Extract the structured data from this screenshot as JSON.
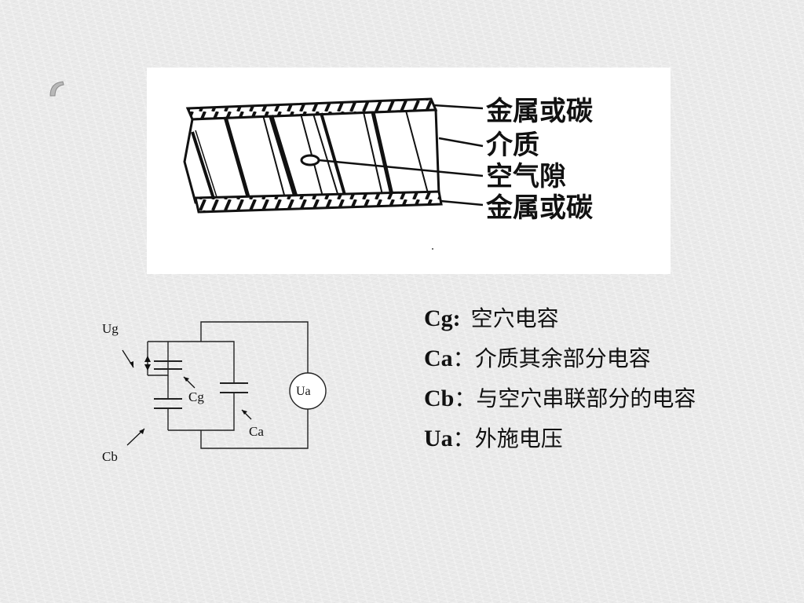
{
  "cross_section": {
    "labels": {
      "top_electrode": "金属或碳",
      "dielectric": "介质",
      "air_gap": "空气隙",
      "bottom_electrode": "金属或碳"
    }
  },
  "circuit": {
    "labels": {
      "ug": "Ug",
      "cg": "Cg",
      "ca": "Ca",
      "cb": "Cb",
      "source": "Ua"
    }
  },
  "legend": {
    "items": [
      {
        "symbol": "Cg",
        "separator": ":",
        "description": "空穴电容"
      },
      {
        "symbol": "Ca",
        "separator": "：",
        "description": "介质其余部分电容"
      },
      {
        "symbol": "Cb",
        "separator": "：",
        "description": "与空穴串联部分的电容"
      },
      {
        "symbol": "Ua",
        "separator": "：",
        "description": "外施电压"
      }
    ]
  },
  "colors": {
    "background": "#e9e9e9",
    "panel": "#ffffff",
    "ink": "#111111"
  }
}
